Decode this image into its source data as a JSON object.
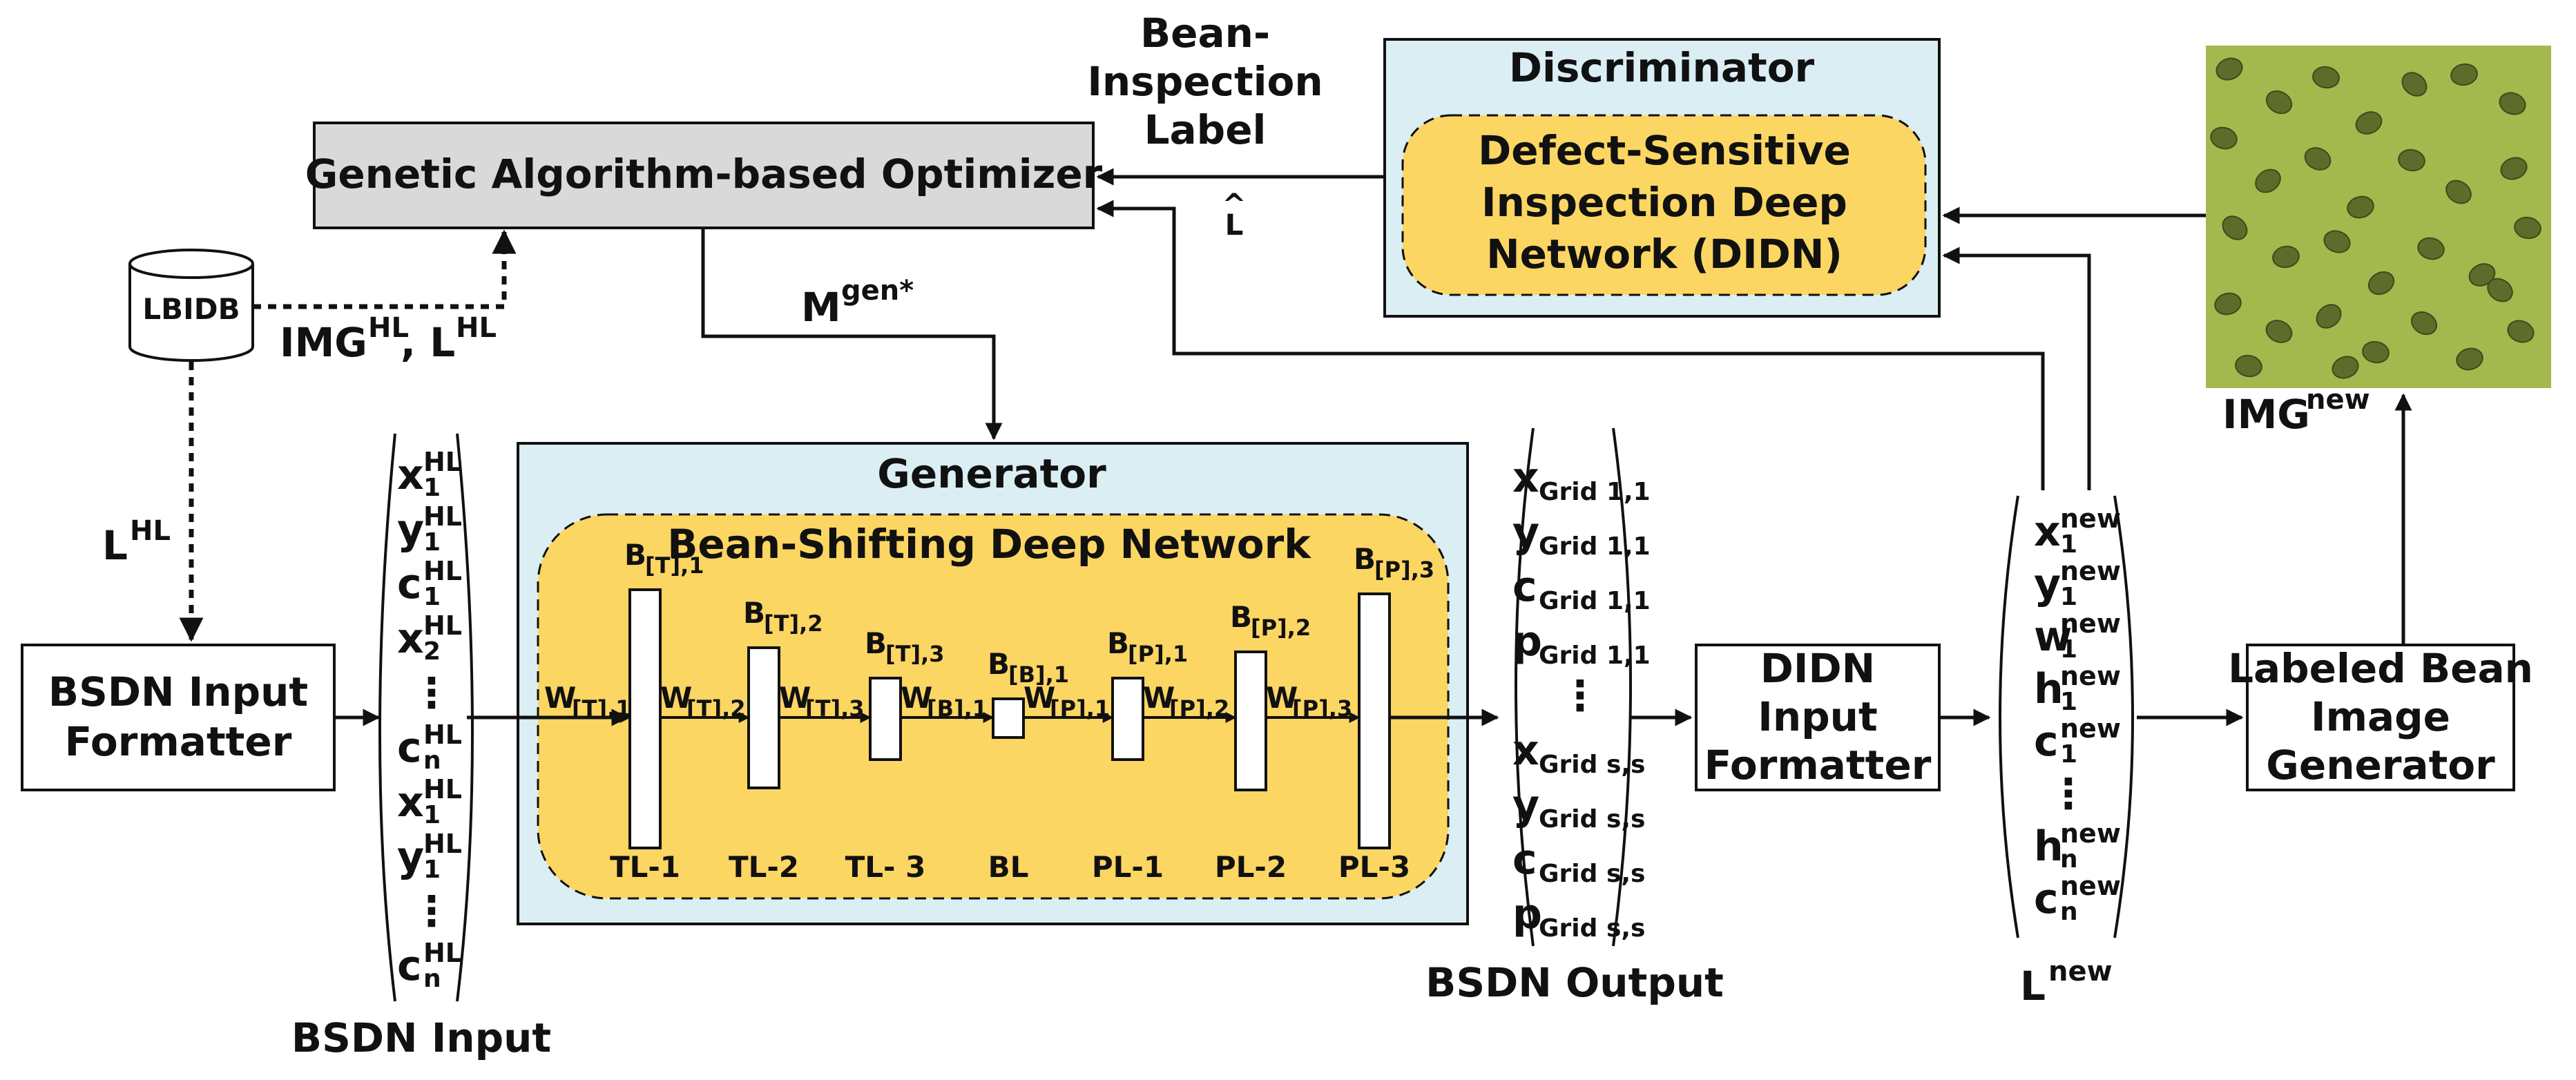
{
  "colors": {
    "inner_network_fill": "#fcd663",
    "outer_block_fill": "#daeef4",
    "optimizer_fill": "#d9d9d9",
    "box_fill": "#ffffff",
    "stroke": "#111111",
    "image_background": "#a4b84e"
  },
  "optimizer": {
    "label": "Genetic Algorithm-based Optimizer"
  },
  "feedback_label": {
    "line1": "Bean-",
    "line2": "Inspection",
    "line3": "Label"
  },
  "l_hat": {
    "text": "L",
    "accent": "^"
  },
  "discriminator": {
    "title": "Discriminator",
    "network_line1": "Defect-Sensitive",
    "network_line2": "Inspection Deep",
    "network_line3": "Network (DIDN)"
  },
  "database": {
    "label": "LBIDB"
  },
  "img_hl_label": {
    "img": "IMG",
    "img_sup": "HL",
    "sep": ", L",
    "l_sup": "HL"
  },
  "l_hl_label": {
    "base": "L",
    "sup": "HL"
  },
  "mgen_label": {
    "base": "M",
    "sup": "gen*"
  },
  "generator": {
    "title": "Generator",
    "network_title": "Bean-Shifting Deep Network",
    "layers": [
      {
        "name": "TL-1",
        "bias": "B",
        "bias_sub": "[T],1"
      },
      {
        "name": "TL-2",
        "bias": "B",
        "bias_sub": "[T],2"
      },
      {
        "name": "TL- 3",
        "bias": "B",
        "bias_sub": "[T],3"
      },
      {
        "name": "BL",
        "bias": "B",
        "bias_sub": "[B],1"
      },
      {
        "name": "PL-1",
        "bias": "B",
        "bias_sub": "[P],1"
      },
      {
        "name": "PL-2",
        "bias": "B",
        "bias_sub": "[P],2"
      },
      {
        "name": "PL-3",
        "bias": "B",
        "bias_sub": "[P],3"
      }
    ],
    "weights": [
      {
        "base": "W",
        "sub": "[T],1"
      },
      {
        "base": "W",
        "sub": "[T],2"
      },
      {
        "base": "W",
        "sub": "[T],3"
      },
      {
        "base": "W",
        "sub": "[B],1"
      },
      {
        "base": "W",
        "sub": "[P],1"
      },
      {
        "base": "W",
        "sub": "[P],2"
      },
      {
        "base": "W",
        "sub": "[P],3"
      }
    ]
  },
  "bsdn_input_formatter": {
    "line1": "BSDN Input",
    "line2": "Formatter"
  },
  "bsdn_input": {
    "caption": "BSDN Input",
    "items": [
      {
        "base": "x",
        "sup": "HL",
        "sub": "1"
      },
      {
        "base": "y",
        "sup": "HL",
        "sub": "1"
      },
      {
        "base": "c",
        "sup": "HL",
        "sub": "1"
      },
      {
        "base": "x",
        "sup": "HL",
        "sub": "2"
      },
      {
        "base": "⋮",
        "sup": "",
        "sub": ""
      },
      {
        "base": "c",
        "sup": "HL",
        "sub": "n"
      },
      {
        "base": "x",
        "sup": "HL",
        "sub": "1"
      },
      {
        "base": "y",
        "sup": "HL",
        "sub": "1"
      },
      {
        "base": "⋮",
        "sup": "",
        "sub": ""
      },
      {
        "base": "c",
        "sup": "HL",
        "sub": "n"
      }
    ]
  },
  "bsdn_output": {
    "caption": "BSDN Output",
    "items": [
      {
        "base": "x",
        "sub": "Grid 1,1"
      },
      {
        "base": "y",
        "sub": "Grid 1,1"
      },
      {
        "base": "c",
        "sub": "Grid 1,1"
      },
      {
        "base": "p",
        "sub": "Grid 1,1"
      },
      {
        "base": "⋮",
        "sub": ""
      },
      {
        "base": "x",
        "sub": "Grid s,s"
      },
      {
        "base": "y",
        "sub": "Grid s,s"
      },
      {
        "base": "c",
        "sub": "Grid s,s"
      },
      {
        "base": "p",
        "sub": "Grid s,s"
      }
    ]
  },
  "didn_input_formatter": {
    "line1": "DIDN",
    "line2": "Input",
    "line3": "Formatter"
  },
  "new_labels": {
    "caption_base": "L",
    "caption_sup": "new",
    "items": [
      {
        "base": "x",
        "sup": "new",
        "sub": "1"
      },
      {
        "base": "y",
        "sup": "new",
        "sub": "1"
      },
      {
        "base": "w",
        "sup": "new",
        "sub": "1"
      },
      {
        "base": "h",
        "sup": "new",
        "sub": "1"
      },
      {
        "base": "c",
        "sup": "new",
        "sub": "1"
      },
      {
        "base": "⋮",
        "sup": "",
        "sub": ""
      },
      {
        "base": "h",
        "sup": "new",
        "sub": "n"
      },
      {
        "base": "c",
        "sup": "new",
        "sub": "n"
      }
    ]
  },
  "image_generator": {
    "line1": "Labeled Bean",
    "line2": "Image",
    "line3": "Generator"
  },
  "img_new_label": {
    "base": "IMG",
    "sup": "new"
  }
}
